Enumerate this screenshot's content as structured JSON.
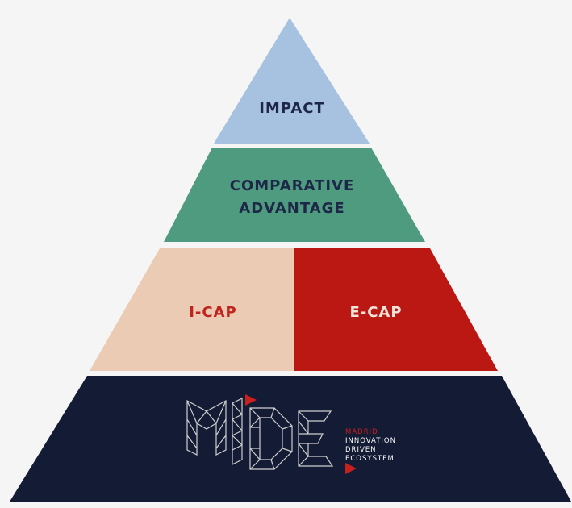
{
  "pyramid": {
    "tiers": [
      {
        "id": "impact",
        "label": "IMPACT",
        "color": "#a7c1e1",
        "text_color": "#1e2747"
      },
      {
        "id": "comparative-advantage",
        "label_line1": "COMPARATIVE",
        "label_line2": "ADVANTAGE",
        "color": "#4e9b80",
        "text_color": "#1e2747"
      },
      {
        "id": "i-cap",
        "label": "I-CAP",
        "color": "#ebcbb4",
        "text_color": "#c0241f"
      },
      {
        "id": "e-cap",
        "label": "E-CAP",
        "color": "#bb1713",
        "text_color": "#f2e4d8"
      },
      {
        "id": "mide",
        "color": "#141b34"
      }
    ]
  },
  "logo": {
    "name": "MIDE",
    "line1": "MADRID",
    "line2": "INNOVATION",
    "line3": "DRIVEN",
    "line4": "ECOSYSTEM",
    "accent_color": "#c8201c",
    "text_color": "#ffffff",
    "mark_color": "#cfcfcf"
  }
}
